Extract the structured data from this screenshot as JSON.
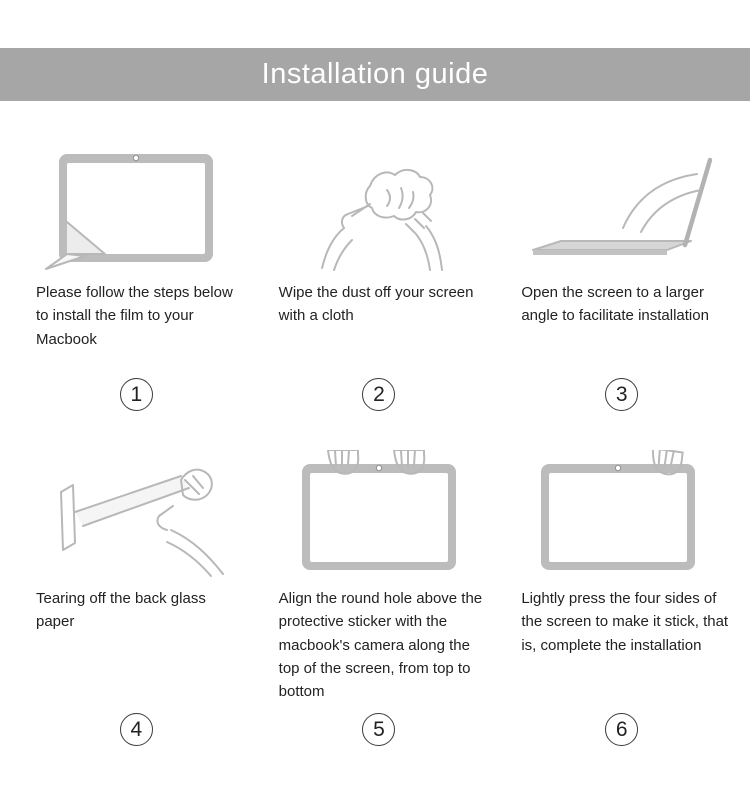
{
  "header": {
    "title": "Installation guide",
    "bg_color": "#a6a6a6",
    "text_color": "#ffffff"
  },
  "steps": [
    {
      "number": "1",
      "icon": "film-peel-icon",
      "caption": "Please follow the steps below to install the film to your Macbook"
    },
    {
      "number": "2",
      "icon": "wipe-cloth-icon",
      "caption": "Wipe the dust off your screen with a cloth"
    },
    {
      "number": "3",
      "icon": "open-laptop-icon",
      "caption": "Open the screen to a larger angle to facilitate installation"
    },
    {
      "number": "4",
      "icon": "tear-back-paper-icon",
      "caption": "Tearing off the back glass paper"
    },
    {
      "number": "5",
      "icon": "align-film-camera-icon",
      "caption": "Align the round hole above the protective sticker with the macbook's camera along the top of the screen, from top to bottom"
    },
    {
      "number": "6",
      "icon": "press-four-sides-icon",
      "caption": "Lightly press the four sides of the screen to make it stick, that is, complete the installation"
    }
  ]
}
